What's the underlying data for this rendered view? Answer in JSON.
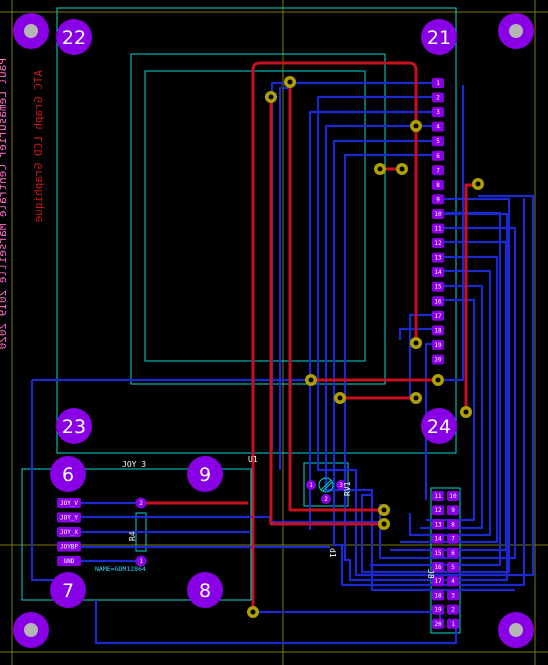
{
  "board": {
    "mount_pad_labels": [
      "22",
      "21",
      "23",
      "24"
    ],
    "joystick_pad_labels": [
      "6",
      "9",
      "7",
      "8"
    ],
    "side_text": {
      "red": "ATC Graph LCD Graphique",
      "pink": "Paul Lemasurier Centrale Marseille 2019 2020"
    },
    "component_labels": {
      "joystick": "JOY 3",
      "lcd": "U1",
      "pot": "RV1",
      "resistor": "R4",
      "connector": "J8",
      "module_note": "NAME=GDM12864"
    },
    "joystick_pins": [
      "JOY_V",
      "JOY_Y",
      "JOY_X",
      "JOYBP",
      "GND"
    ],
    "lcd_pins": [
      "1",
      "2",
      "3",
      "4",
      "5",
      "6",
      "7",
      "8",
      "9",
      "10",
      "11",
      "12",
      "13",
      "14",
      "15",
      "16",
      "17",
      "18",
      "19",
      "20"
    ],
    "header_rows": [
      [
        "11",
        "10"
      ],
      [
        "12",
        "9"
      ],
      [
        "13",
        "8"
      ],
      [
        "14",
        "7"
      ],
      [
        "15",
        "6"
      ],
      [
        "16",
        "5"
      ],
      [
        "17",
        "4"
      ],
      [
        "18",
        "3"
      ],
      [
        "19",
        "2"
      ],
      [
        "20",
        "1"
      ]
    ],
    "pot_pins": [
      "1",
      "2",
      "3"
    ],
    "resistor_pins": [
      "2",
      "1"
    ],
    "colors": {
      "background": "#000000",
      "top_copper": "#c8101e",
      "bottom_copper": "#1a2ad0",
      "silkscreen": "#00d8d8",
      "pad": "#7f00e0",
      "via": "#b0a000",
      "grid": "#7a7a00"
    }
  }
}
